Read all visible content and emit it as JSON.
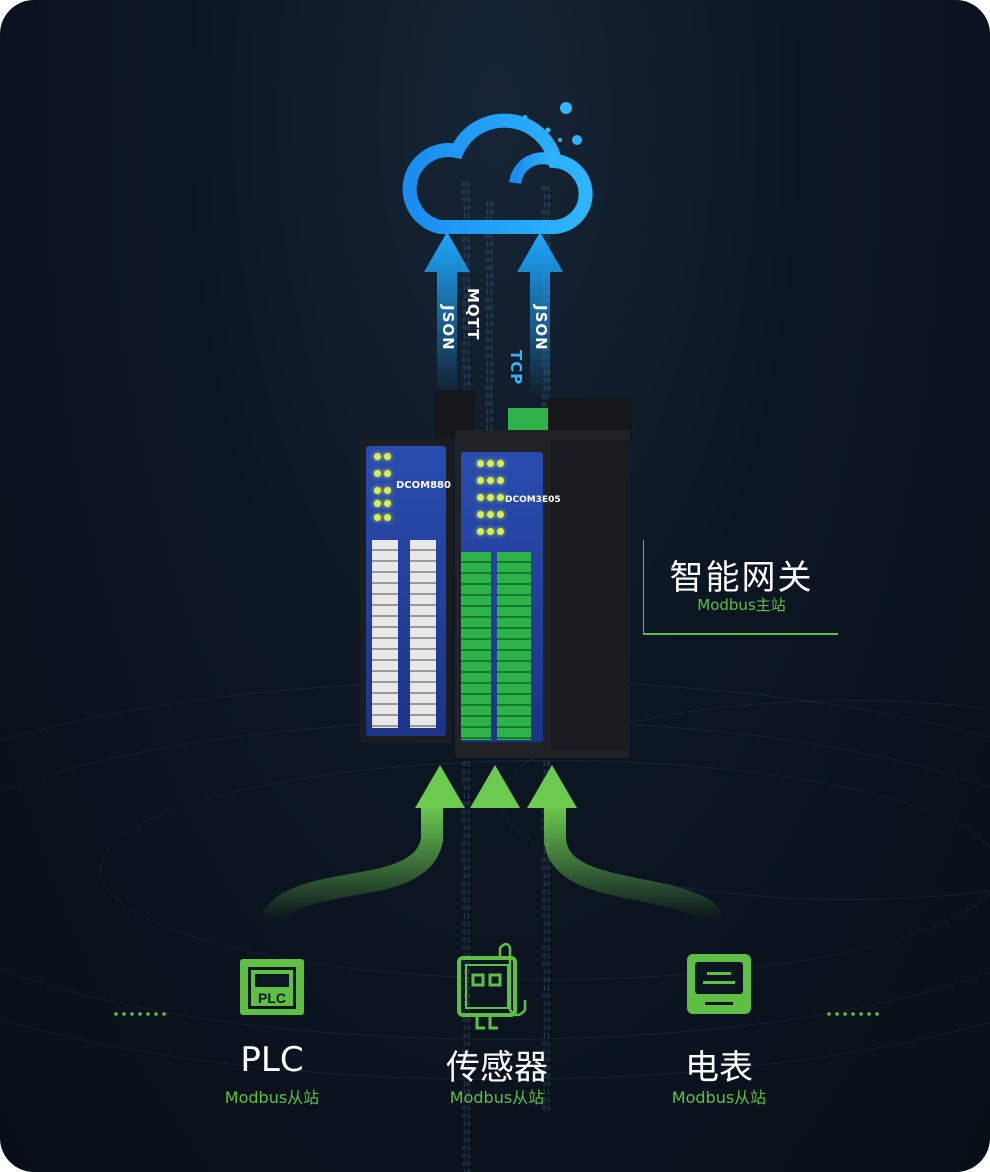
{
  "protocols": {
    "json_left": "JSON",
    "mqtt": "MQTT",
    "tcp": "TCP",
    "json_right": "JSON"
  },
  "devices": {
    "left_model": "DCOM880",
    "right_model": "DCOM3E05"
  },
  "gateway": {
    "title": "智能网关",
    "subtitle": "Modbus主站"
  },
  "slaves": [
    {
      "name": "PLC",
      "role": "Modbus从站",
      "icon": "plc-icon",
      "icon_text": "PLC"
    },
    {
      "name": "传感器",
      "role": "Modbus从站",
      "icon": "sensor-icon"
    },
    {
      "name": "电表",
      "role": "Modbus从站",
      "icon": "meter-icon"
    }
  ],
  "colors": {
    "blue": "#1e9bf0",
    "green": "#5fbf45",
    "bg": "#0c1622"
  }
}
